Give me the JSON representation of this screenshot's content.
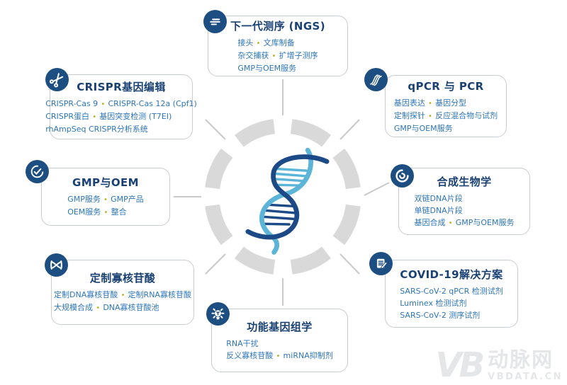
{
  "bullet": "•",
  "colors": {
    "title_navy": "#1a4173",
    "icon_navy": "#1d4e82",
    "body_blue": "#2d75b8",
    "bullet_olive": "#b9ae2a",
    "card_border": "#c8cdd2",
    "ring_gray": "#d9d9d9",
    "spoke_gray": "#c9c9c9",
    "dna_dark": "#1c4a86",
    "dna_light": "#5cb5d8",
    "watermark_gray": "#e5e6e8"
  },
  "cards": {
    "ngs": {
      "title": "下一代测序 (NGS)",
      "icon": "sequencing-reads-icon",
      "lines": [
        [
          "接头",
          "文库制备"
        ],
        [
          "杂交捕获",
          "扩增子测序"
        ],
        [
          "GMP与OEM服务"
        ]
      ]
    },
    "crispr": {
      "title": "CRISPR基因编辑",
      "icon": "scissors-icon",
      "lines": [
        [
          "CRISPR-Cas 9",
          "CRISPR-Cas 12a (Cpf1)"
        ],
        [
          "CRISPR蛋白",
          "基因突变检测 (T7EI)"
        ],
        [
          "rhAmpSeq CRISPR分析系统"
        ]
      ]
    },
    "qpcr": {
      "title": "qPCR 与 PCR",
      "icon": "amplification-curves-icon",
      "lines": [
        [
          "基因表达",
          "基因分型"
        ],
        [
          "定制探针",
          "反应混合物与试剂"
        ],
        [
          "GMP与OEM服务"
        ]
      ]
    },
    "gmp": {
      "title": "GMP与OEM",
      "icon": "certified-check-icon",
      "lines": [
        [
          "GMP服务",
          "GMP产品"
        ],
        [
          "OEM服务",
          "整合"
        ]
      ]
    },
    "synbio": {
      "title": "合成生物学",
      "icon": "cell-swirl-icon",
      "lines": [
        [
          "双链DNA片段"
        ],
        [
          "单链DNA片段"
        ],
        [
          "基因合成",
          "GMP与OEM服务"
        ]
      ]
    },
    "oligo": {
      "title": "定制寡核苷酸",
      "icon": "dna-segment-icon",
      "lines": [
        [
          "定制DNA寡核苷酸",
          "定制RNA寡核苷酸"
        ],
        [
          "大规模合成",
          "DNA寡核苷酸池"
        ]
      ]
    },
    "covid": {
      "title": "COVID-19解决方案",
      "icon": "test-report-icon",
      "lines": [
        [
          "SARS-CoV-2 qPCR 检测试剂"
        ],
        [
          "Luminex 检测试剂"
        ],
        [
          "SARS-CoV-2 测序试剂"
        ]
      ]
    },
    "funcgen": {
      "title": "功能基因组学",
      "icon": "lightbulb-icon",
      "lines": [
        [
          "RNA干扰"
        ],
        [
          "反义寡核苷酸",
          "miRNA抑制剂"
        ]
      ]
    }
  },
  "center": {
    "illustration": "dna-double-helix"
  },
  "watermark": {
    "logo": "VB",
    "name": "动脉网",
    "url": "VBDATA.CN"
  }
}
